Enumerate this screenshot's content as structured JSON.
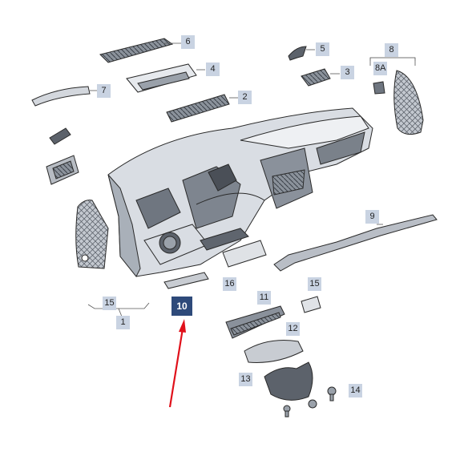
{
  "diagram": {
    "parts": [
      {
        "id": "p1",
        "label": "1"
      },
      {
        "id": "p2",
        "label": "2"
      },
      {
        "id": "p3",
        "label": "3"
      },
      {
        "id": "p4",
        "label": "4"
      },
      {
        "id": "p5",
        "label": "5"
      },
      {
        "id": "p6",
        "label": "6"
      },
      {
        "id": "p7",
        "label": "7"
      },
      {
        "id": "p8",
        "label": "8"
      },
      {
        "id": "p8a",
        "label": "8A"
      },
      {
        "id": "p9",
        "label": "9"
      },
      {
        "id": "p10",
        "label": "10",
        "highlighted": true
      },
      {
        "id": "p11",
        "label": "11"
      },
      {
        "id": "p12",
        "label": "12"
      },
      {
        "id": "p13",
        "label": "13"
      },
      {
        "id": "p14",
        "label": "14"
      },
      {
        "id": "p15a",
        "label": "15"
      },
      {
        "id": "p15b",
        "label": "15"
      },
      {
        "id": "p16",
        "label": "16"
      }
    ],
    "colors": {
      "callout_bg": "#c9d3e2",
      "callout_highlight_bg": "#2e4a7a",
      "arrow": "#e0101a",
      "part_fill": "#d9dde3",
      "part_dark": "#6f7680",
      "outline": "#2a2a2a"
    }
  }
}
